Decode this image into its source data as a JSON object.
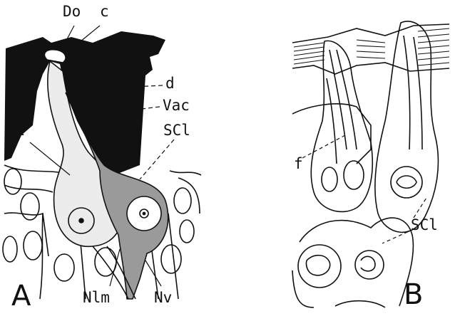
{
  "panels": [
    {
      "id": "A",
      "letter": "A",
      "labels": {
        "do": "Do",
        "c": "c",
        "d": "d",
        "vac": "Vac",
        "cl": "Cl",
        "scl": "SCl",
        "nlm": "Nlm",
        "nv": "Nv"
      }
    },
    {
      "id": "B",
      "letter": "B",
      "labels": {
        "f": "f",
        "scl": "SCl"
      }
    }
  ]
}
